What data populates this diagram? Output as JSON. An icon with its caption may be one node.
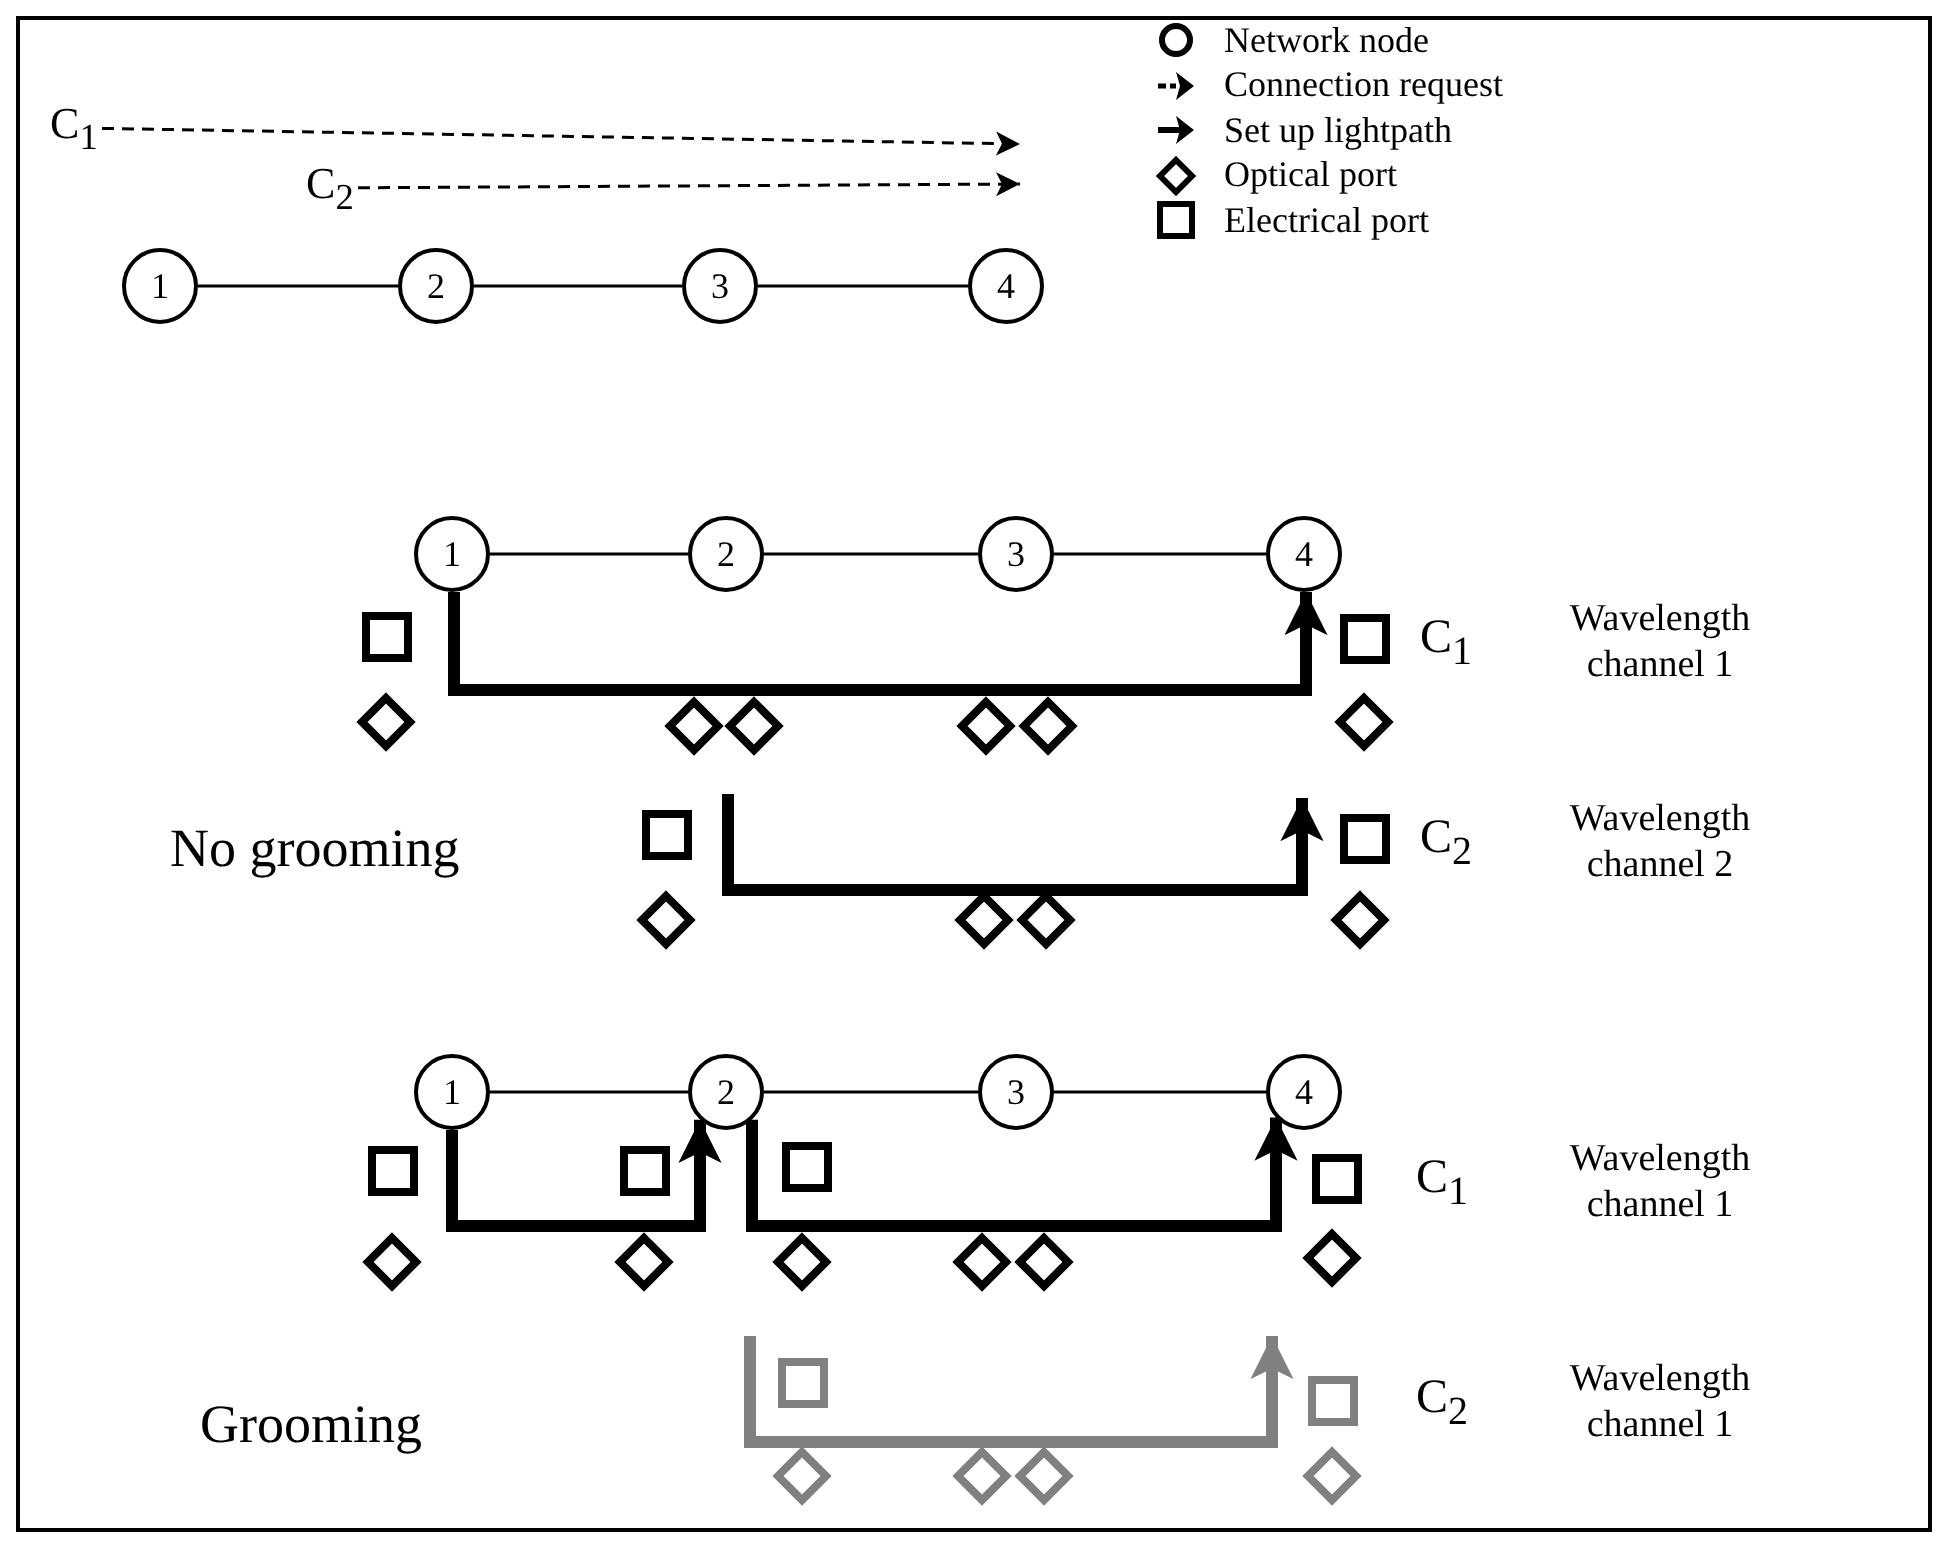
{
  "diagram": {
    "nodes": [
      {
        "text": [
          "C$_{1}$"
        ]
      },
      {
        "text": [
          "C$_{2}$"
        ]
      },
      {
        "text": [
          "1"
        ]
      },
      {
        "text": [
          "2"
        ]
      },
      {
        "text": [
          "3"
        ]
      },
      {
        "text": [
          "4"
        ]
      },
      {
        "text": [
          "1"
        ]
      },
      {
        "text": [
          "2"
        ]
      },
      {
        "text": [
          "3"
        ]
      },
      {
        "text": [
          "4"
        ]
      },
      {
        "text": [],
        "shape": "box"
      },
      {
        "text": [],
        "shape": "diamond"
      },
      {
        "text": [],
        "shape": "diamond"
      },
      {
        "text": [],
        "shape": "diamond"
      },
      {
        "text": [],
        "shape": "diamond"
      },
      {
        "text": [],
        "shape": "diamond"
      },
      {
        "text": [],
        "shape": "box"
      },
      {
        "text": [],
        "shape": "diamond"
      },
      {
        "text": [],
        "shape": "box"
      },
      {
        "text": [],
        "shape": "diamond"
      },
      {
        "text": [],
        "shape": "diamond"
      },
      {
        "text": [],
        "shape": "diamond"
      },
      {
        "text": [],
        "shape": "box"
      },
      {
        "text": [],
        "shape": "diamond"
      },
      {
        "text": [
          "1"
        ]
      },
      {
        "text": [
          "2"
        ]
      },
      {
        "text": [
          "3"
        ]
      },
      {
        "text": [
          "4"
        ]
      },
      {
        "text": [],
        "shape": "box"
      },
      {
        "text": [],
        "shape": "diamond"
      },
      {
        "text": [],
        "shape": "box"
      },
      {
        "text": [],
        "shape": "diamond"
      },
      {
        "text": [],
        "shape": "box"
      },
      {
        "text": [],
        "shape": "diamond"
      },
      {
        "text": [],
        "shape": "diamond"
      },
      {
        "text": [],
        "shape": "diamond"
      },
      {
        "text": [],
        "shape": "box"
      },
      {
        "text": [],
        "shape": "diamond"
      },
      {
        "text": [],
        "shape": "box"
      },
      {
        "text": [],
        "shape": "diamond"
      },
      {
        "text": [],
        "shape": "diamond"
      },
      {
        "text": [],
        "shape": "diamond"
      },
      {
        "text": [],
        "shape": "box"
      },
      {
        "text": [],
        "shape": "diamond"
      }
    ],
    "edges": [
      {
        "from": 2,
        "to": 3,
        "arrow": "none"
      },
      {
        "from": 3,
        "to": 4,
        "arrow": "none"
      },
      {
        "from": 4,
        "to": 5,
        "arrow": "none"
      },
      {
        "from": 0,
        "to": null,
        "arrow": "to",
        "style": "dashed"
      },
      {
        "from": 1,
        "to": null,
        "arrow": "to",
        "style": "dashed"
      },
      {
        "from": 6,
        "to": 7,
        "arrow": "none"
      },
      {
        "from": 7,
        "to": 8,
        "arrow": "none"
      },
      {
        "from": 8,
        "to": 9,
        "arrow": "none"
      },
      {
        "from": 6,
        "to": 9,
        "arrow": "to",
        "style": "thick"
      },
      {
        "from": null,
        "to": 22,
        "arrow": "to",
        "style": "thick"
      },
      {
        "from": 24,
        "to": 25,
        "arrow": "none"
      },
      {
        "from": 25,
        "to": 26,
        "arrow": "none"
      },
      {
        "from": 26,
        "to": 27,
        "arrow": "none"
      },
      {
        "from": 24,
        "to": 25,
        "arrow": "to",
        "style": "thick"
      },
      {
        "from": 25,
        "to": 27,
        "arrow": "to",
        "style": "thick"
      },
      {
        "from": null,
        "to": 42,
        "arrow": "to",
        "style": "thick",
        "color": "#808080"
      }
    ],
    "labels": [
      "C$_{1}$",
      "Wavelength channel 1",
      "No grooming",
      "C$_{2}$",
      "Wavelength channel 2",
      "C$_{1}$",
      "Wavelength channel 1",
      "Grooming",
      "C$_{2}$",
      "Wavelength channel 1"
    ],
    "legend": [
      {
        "text": "Network node"
      },
      {
        "text": "Connection request"
      },
      {
        "text": "Set up lightpath"
      },
      {
        "text": "Optical port"
      },
      {
        "text": "Electrical port"
      }
    ]
  }
}
